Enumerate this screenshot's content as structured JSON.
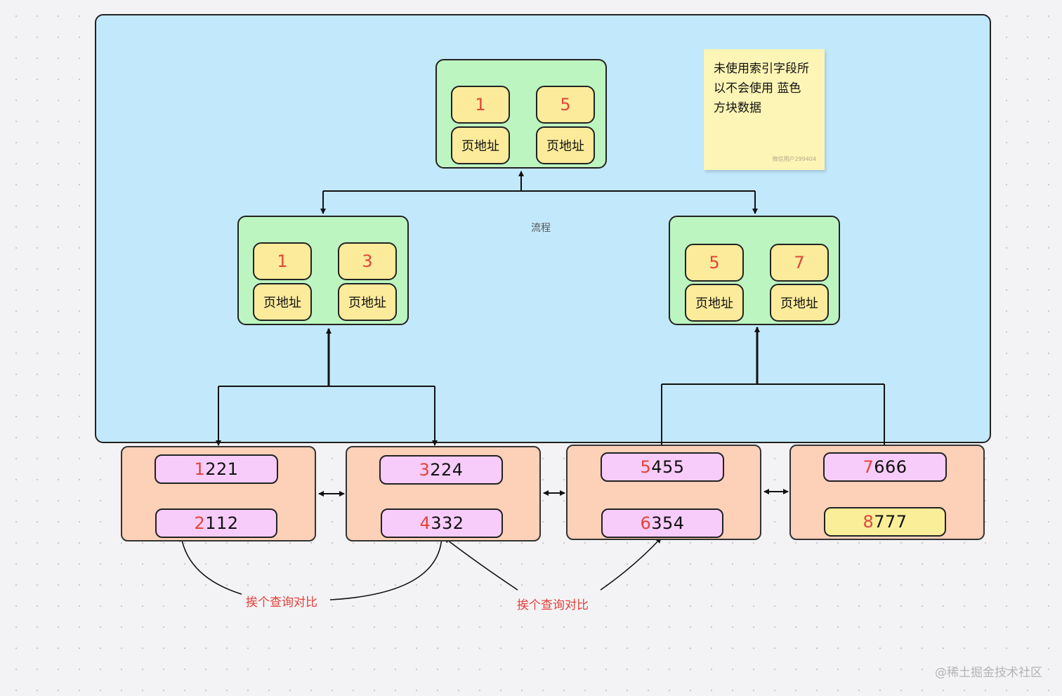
{
  "root_node": {
    "keys": [
      {
        "key": "1",
        "addr": "页地址"
      },
      {
        "key": "5",
        "addr": "页地址"
      }
    ]
  },
  "left_node": {
    "keys": [
      {
        "key": "1",
        "addr": "页地址"
      },
      {
        "key": "3",
        "addr": "页地址"
      }
    ]
  },
  "right_node": {
    "keys": [
      {
        "key": "5",
        "addr": "页地址"
      },
      {
        "key": "7",
        "addr": "页地址"
      }
    ]
  },
  "frame_label": "流程",
  "sticky_note": {
    "text": "未使用索引字段所以不会使用 蓝色 方块数据",
    "user": "微信用户299404"
  },
  "leaves": [
    {
      "records": [
        {
          "first": "1",
          "rest": "221"
        },
        {
          "first": "2",
          "rest": "112"
        }
      ]
    },
    {
      "records": [
        {
          "first": "3",
          "rest": "224"
        },
        {
          "first": "4",
          "rest": "332"
        }
      ]
    },
    {
      "records": [
        {
          "first": "5",
          "rest": "455"
        },
        {
          "first": "6",
          "rest": "354"
        }
      ]
    },
    {
      "records": [
        {
          "first": "7",
          "rest": "666"
        },
        {
          "first": "8",
          "rest": "777"
        }
      ]
    }
  ],
  "compare_labels": [
    "挨个查询对比",
    "挨个查询对比"
  ],
  "watermark": "@稀土掘金技术社区",
  "colors": {
    "frame": "#c2e8fc",
    "index_node": "#bdf5c0",
    "key_cell": "#fbeb9b",
    "leaf_page": "#fdd0b8",
    "record": "#f7ccfa",
    "highlight_text": "#e0453b"
  }
}
